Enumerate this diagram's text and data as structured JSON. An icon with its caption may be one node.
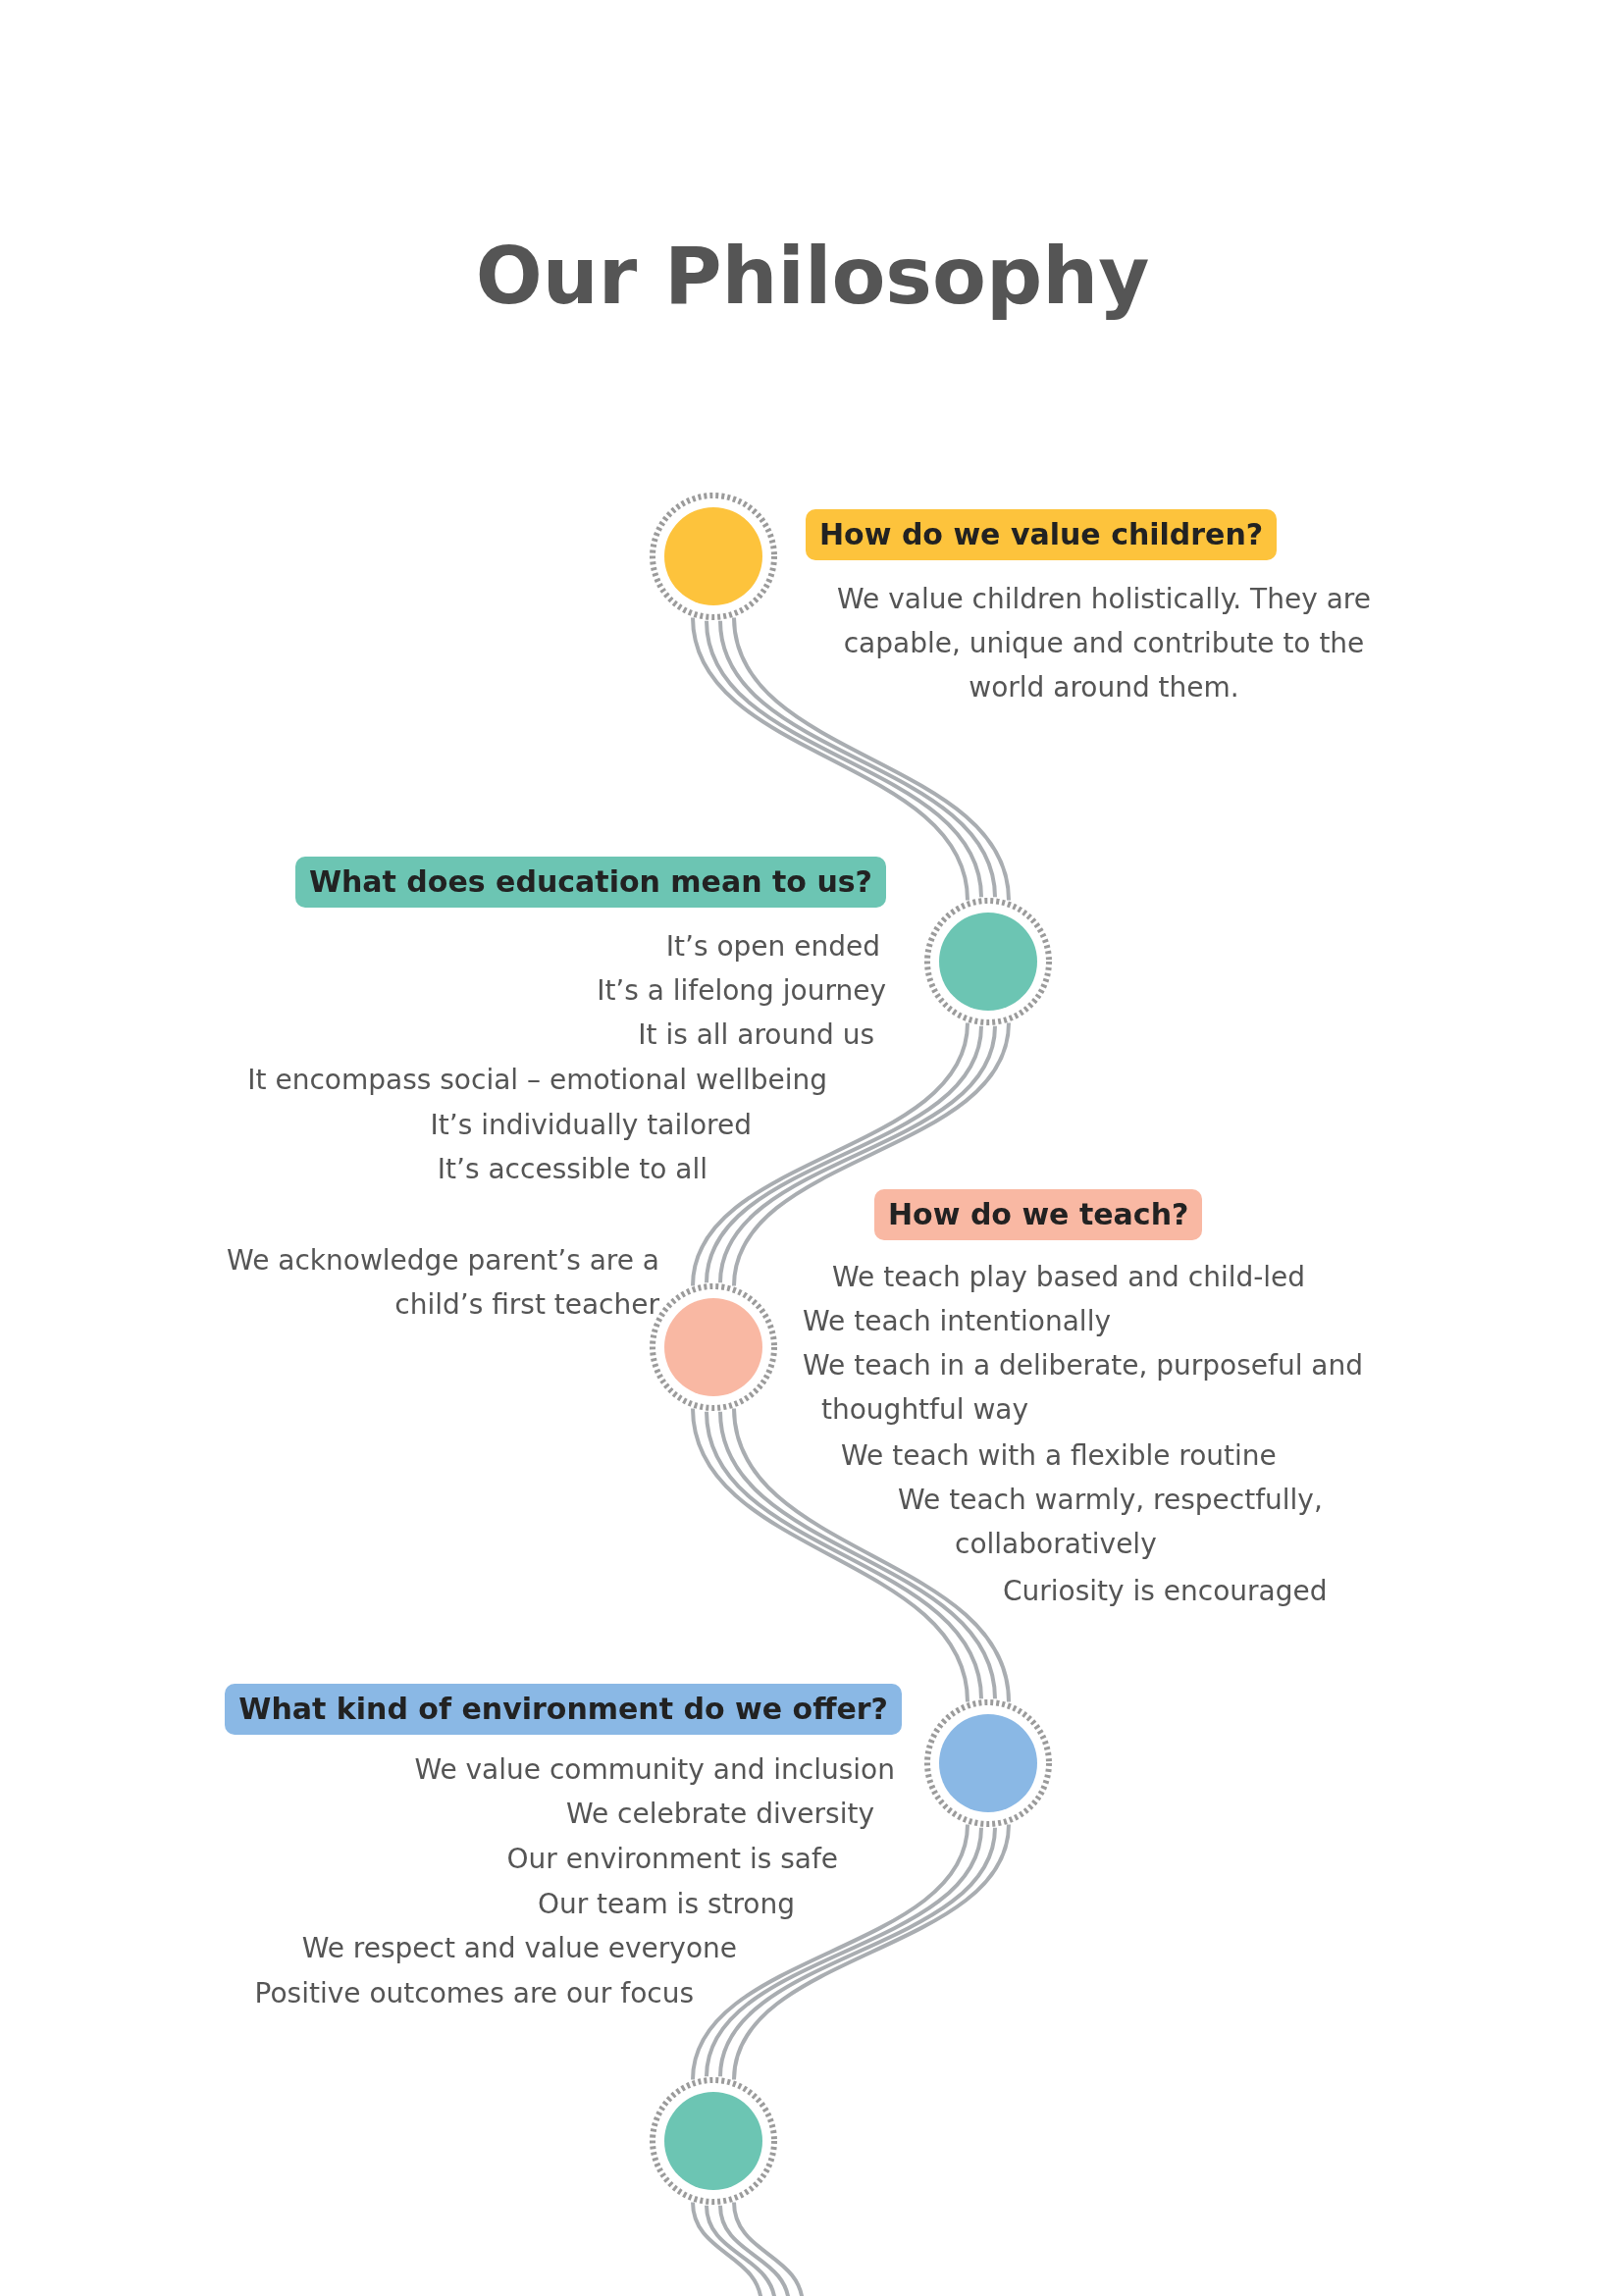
{
  "diagram": {
    "title": "Our Philosophy",
    "nodes": [
      {
        "text": [],
        "shape": "circle"
      },
      {
        "text": [
          "How do we value children?"
        ],
        "beside": [
          "We value children holistically. They are capable, unique and contribute to the world around them."
        ]
      },
      {
        "text": [
          "What does education mean to us?"
        ],
        "beside": [
          "It’s open ended",
          "It’s a lifelong journey",
          "It is all around us",
          "It encompass social – emotional wellbeing",
          "It’s individually tailored",
          "It’s accessible to all"
        ]
      },
      {
        "text": [],
        "shape": "circle"
      },
      {
        "text": [
          "How do we teach?"
        ],
        "beside": [
          "We teach play based and child-led",
          "We teach intentionally",
          "We teach in a deliberate, purposeful and thoughtful way",
          "We teach with a flexible routine",
          "We teach warmly, respectfully, collaboratively",
          "Curiosity is encouraged"
        ]
      },
      {
        "text": [],
        "shape": "circle"
      },
      {
        "text": [
          "What kind of environment do we offer?"
        ],
        "beside": [
          "We value community and inclusion",
          "We celebrate diversity",
          "Our environment is safe",
          "Our team is strong",
          "We respect and value everyone",
          "Positive outcomes are our focus"
        ]
      },
      {
        "text": [],
        "shape": "circle"
      },
      {
        "text": [],
        "shape": "circle"
      }
    ],
    "edges": [
      {
        "from": 0,
        "to": 3,
        "arrow": "none"
      },
      {
        "from": 3,
        "to": 5,
        "arrow": "none"
      },
      {
        "from": 5,
        "to": 7,
        "arrow": "none"
      },
      {
        "from": 7,
        "to": 8,
        "arrow": "none"
      },
      {
        "from": 8,
        "to": null,
        "arrow": "none"
      }
    ],
    "labels": [
      "We acknowledge parent’s are a child’s first teacher"
    ]
  }
}
